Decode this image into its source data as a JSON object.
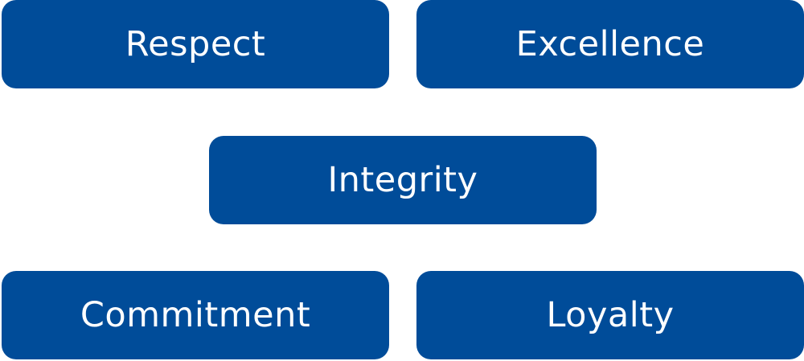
{
  "colors": {
    "box_fill": "#004c99",
    "box_text": "#ffffff",
    "background": "#ffffff"
  },
  "values": [
    {
      "label": "Respect"
    },
    {
      "label": "Excellence"
    },
    {
      "label": "Integrity"
    },
    {
      "label": "Commitment"
    },
    {
      "label": "Loyalty"
    }
  ]
}
